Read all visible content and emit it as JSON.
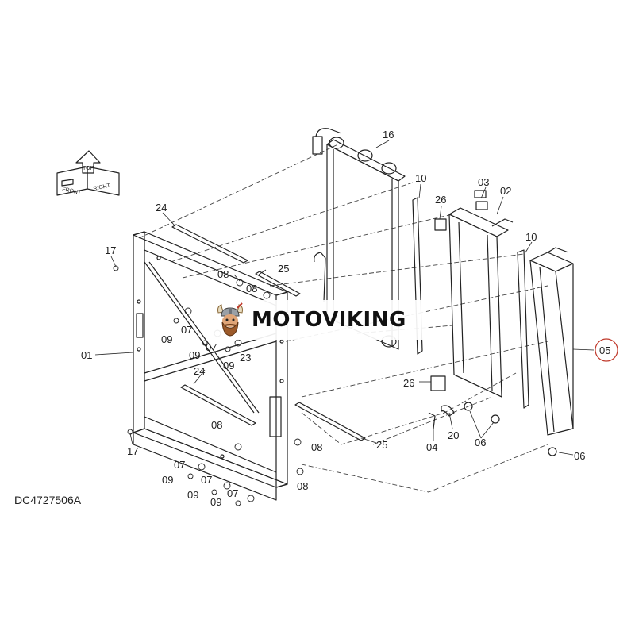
{
  "drawing_code": "DC4727506A",
  "watermark": {
    "brand": "MOTOVIKING"
  },
  "orientation_marker": {
    "labels": [
      "FRONT",
      "RIGHT",
      "TOP"
    ]
  },
  "highlighted_part": "05",
  "callouts": [
    {
      "id": "c16",
      "text": "16"
    },
    {
      "id": "c10a",
      "text": "10"
    },
    {
      "id": "c26a",
      "text": "26"
    },
    {
      "id": "c03",
      "text": "03"
    },
    {
      "id": "c02",
      "text": "02"
    },
    {
      "id": "c10b",
      "text": "10"
    },
    {
      "id": "c24a",
      "text": "24"
    },
    {
      "id": "c17a",
      "text": "17"
    },
    {
      "id": "c08a",
      "text": "08"
    },
    {
      "id": "c08b",
      "text": "08"
    },
    {
      "id": "c25a",
      "text": "25"
    },
    {
      "id": "c05",
      "text": "05"
    },
    {
      "id": "c01",
      "text": "01"
    },
    {
      "id": "c07a",
      "text": "07"
    },
    {
      "id": "c09a",
      "text": "09"
    },
    {
      "id": "c09b",
      "text": "09"
    },
    {
      "id": "c07b",
      "text": "07"
    },
    {
      "id": "c09c",
      "text": "09"
    },
    {
      "id": "c23",
      "text": "23"
    },
    {
      "id": "c24b",
      "text": "24"
    },
    {
      "id": "c26b",
      "text": "26"
    },
    {
      "id": "c20",
      "text": "20"
    },
    {
      "id": "c04",
      "text": "04"
    },
    {
      "id": "c06a",
      "text": "06"
    },
    {
      "id": "c06b",
      "text": "06"
    },
    {
      "id": "c08c",
      "text": "08"
    },
    {
      "id": "c17b",
      "text": "17"
    },
    {
      "id": "c08d",
      "text": "08"
    },
    {
      "id": "c25b",
      "text": "25"
    },
    {
      "id": "c07c",
      "text": "07"
    },
    {
      "id": "c09d",
      "text": "09"
    },
    {
      "id": "c07d",
      "text": "07"
    },
    {
      "id": "c08e",
      "text": "08"
    },
    {
      "id": "c09e",
      "text": "09"
    },
    {
      "id": "c07e",
      "text": "07"
    },
    {
      "id": "c09f",
      "text": "09"
    }
  ]
}
